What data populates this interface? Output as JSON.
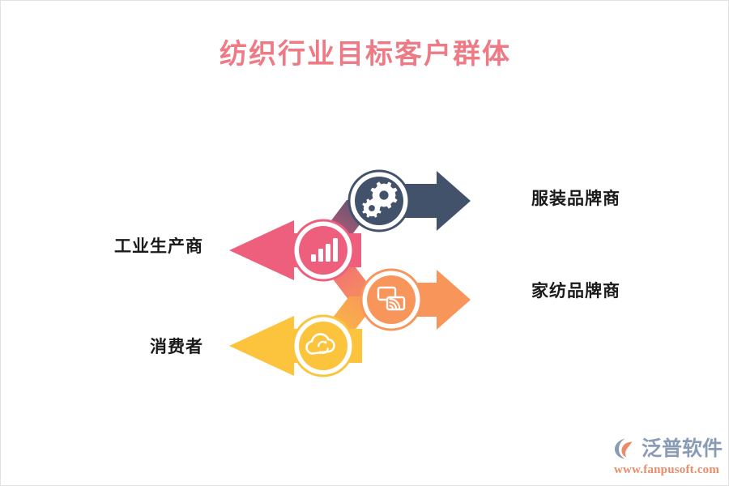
{
  "page": {
    "title": "纺织行业目标客户群体",
    "title_color": "#ee7a85",
    "background": "#ffffff",
    "border_color": "#e2e2e2"
  },
  "diagram": {
    "type": "zigzag-arrow-chevron",
    "nodes": [
      {
        "id": "apparel",
        "label": "服装品牌商",
        "icon": "gears-icon",
        "color": "#43526b",
        "arrow_direction": "right",
        "order": 1
      },
      {
        "id": "industry",
        "label": "工业生产商",
        "icon": "bar-chart-icon",
        "color": "#ee5f7e",
        "arrow_direction": "left",
        "order": 2
      },
      {
        "id": "home-textile",
        "label": "家纺品牌商",
        "icon": "screen-cast-icon",
        "color": "#f7955b",
        "arrow_direction": "right",
        "order": 3
      },
      {
        "id": "consumer",
        "label": "消费者",
        "icon": "cloud-sync-icon",
        "color": "#fcc43c",
        "arrow_direction": "left",
        "order": 4
      }
    ],
    "connectors": [
      {
        "from": "industry",
        "to": "apparel",
        "gradient": [
          "#ee5f7e",
          "#43526b"
        ]
      },
      {
        "from": "industry",
        "to": "home-textile",
        "gradient": [
          "#ee5f7e",
          "#f7955b"
        ]
      },
      {
        "from": "consumer",
        "to": "home-textile",
        "gradient": [
          "#fcc43c",
          "#f7955b"
        ]
      }
    ]
  },
  "logo": {
    "name": "泛普软件",
    "url": "www.fanpusoft.com",
    "name_color": "#8a9bb5",
    "url_color": "#ea8b6a",
    "mark_colors": [
      "#8a9bb5",
      "#ea8b6a"
    ]
  }
}
